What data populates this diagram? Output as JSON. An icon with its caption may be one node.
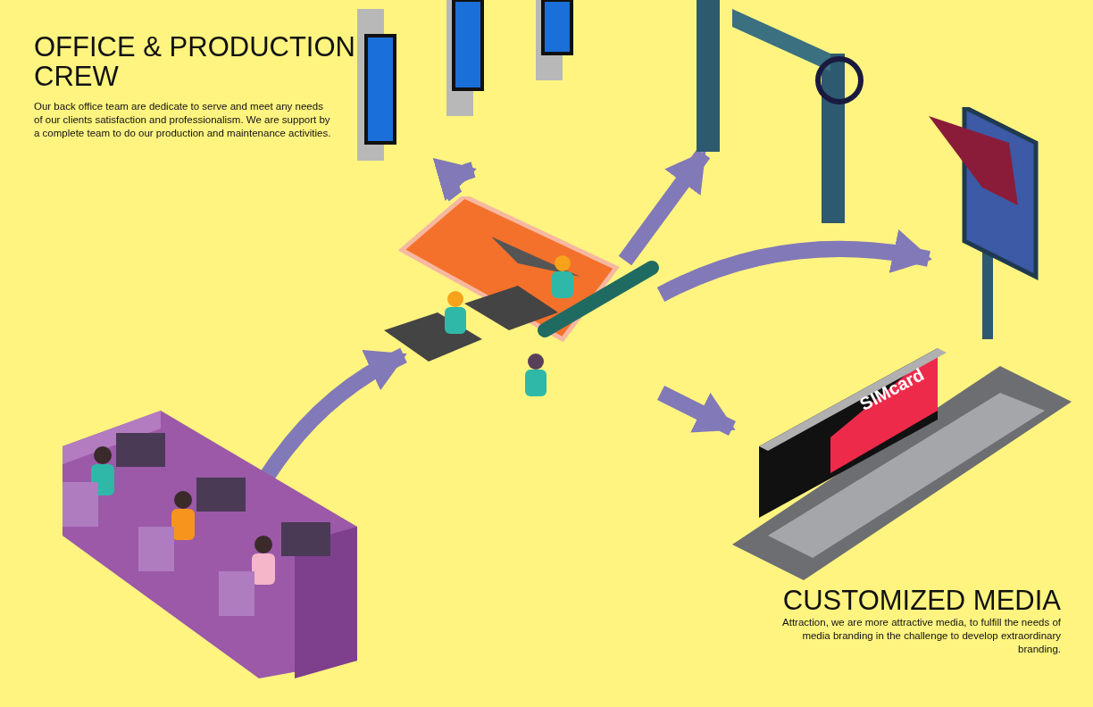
{
  "diagram": {
    "nodes": [
      {
        "text": [],
        "shape": "picture"
      },
      {
        "text": [],
        "shape": "picture"
      },
      {
        "text": [],
        "shape": "picture"
      },
      {
        "text": [],
        "shape": "picture"
      },
      {
        "text": [],
        "shape": "picture"
      },
      {
        "text": [
          "SIMcard"
        ]
      }
    ],
    "edges": [
      {
        "from": 0,
        "to": 1,
        "arrow": "to"
      },
      {
        "from": 1,
        "to": 2,
        "arrow": "to"
      },
      {
        "from": 1,
        "to": 3,
        "arrow": "to"
      },
      {
        "from": 1,
        "to": 4,
        "arrow": "to"
      },
      {
        "from": 1,
        "to": 5,
        "arrow": "to"
      }
    ],
    "labels": [
      "OFFICE & PRODUCTION CREW",
      "Our back office team are dedicate to serve and meet any needs of our clients satisfaction and professionalism. We are support by a complete team to do our production and maintenance activities.",
      "CUSTOMIZED MEDIA",
      "Attraction, we are more attractive media, to fulfill the needs of media branding in the challenge to develop extraordinary branding."
    ]
  }
}
